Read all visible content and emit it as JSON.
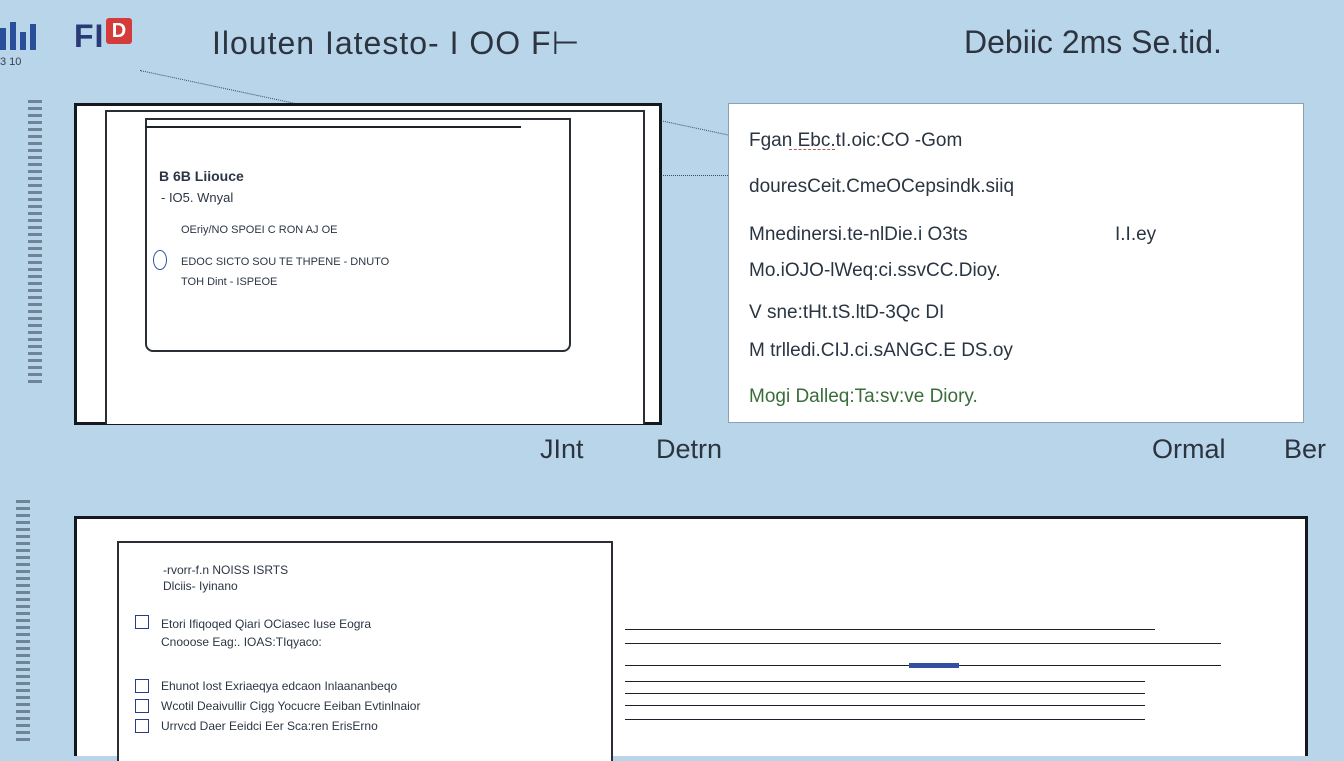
{
  "header": {
    "logo_text": "FI",
    "logo_box": "D",
    "logo_sub": "3 10",
    "title": "Ilouten Iatesto- I  OO F⊢",
    "right_title": "Debiic 2ms Se.tid."
  },
  "left_window": {
    "lines": [
      "B 6B Liiouce",
      "- IO5. Wnyal",
      "OEriy/NO SPOEI C RON AJ OE",
      "EDOC SICTO SOU TE THPENE - DNUTO",
      "TOH Dint - ISPEOE"
    ]
  },
  "right_panel": {
    "lines": [
      "Fgan Ebc.tI.oic:CO -Gom",
      "douresCeit.CmeOCepsindk.siiq",
      "Mnedinersi.te-nlDie.i O3ts",
      "Mo.iOJO-lWeq:ci.ssvCC.Dioy.",
      "V sne:tHt.tS.ltD-3Qc DI",
      "M trlledi.CIJ.ci.sANGC.E DS.oy",
      "Mogi Dalleq:Ta:sv:ve Diory."
    ],
    "suffix": "I.I.ey"
  },
  "mid_labels": {
    "left": "JInt",
    "center": "Detrn",
    "right_a": "Ormal",
    "right_b": "Ber"
  },
  "bottom_window": {
    "top_lines": [
      "-rvorr-f.n NOISS ISRTS",
      "Dlciis- Iyinano"
    ],
    "group1": [
      "Etori Ifiqoqed Qiari OCiasec Iuse Eogra",
      "Cnooose Eag:. IOAS:TIqyaco:"
    ],
    "group2": [
      "Ehunot Iost Exriaeqya edcaon Inlaananbeqo",
      "Wcotil Deaivullir Cigg Yocucre Eeiban Evtinlnaior",
      "Urrvcd Daer Eeidci Eer Sca:ren ErisErno"
    ]
  },
  "colors": {
    "background": "#b9d5ea",
    "accent_blue": "#2a4f9a",
    "accent_red": "#d43b3b"
  }
}
